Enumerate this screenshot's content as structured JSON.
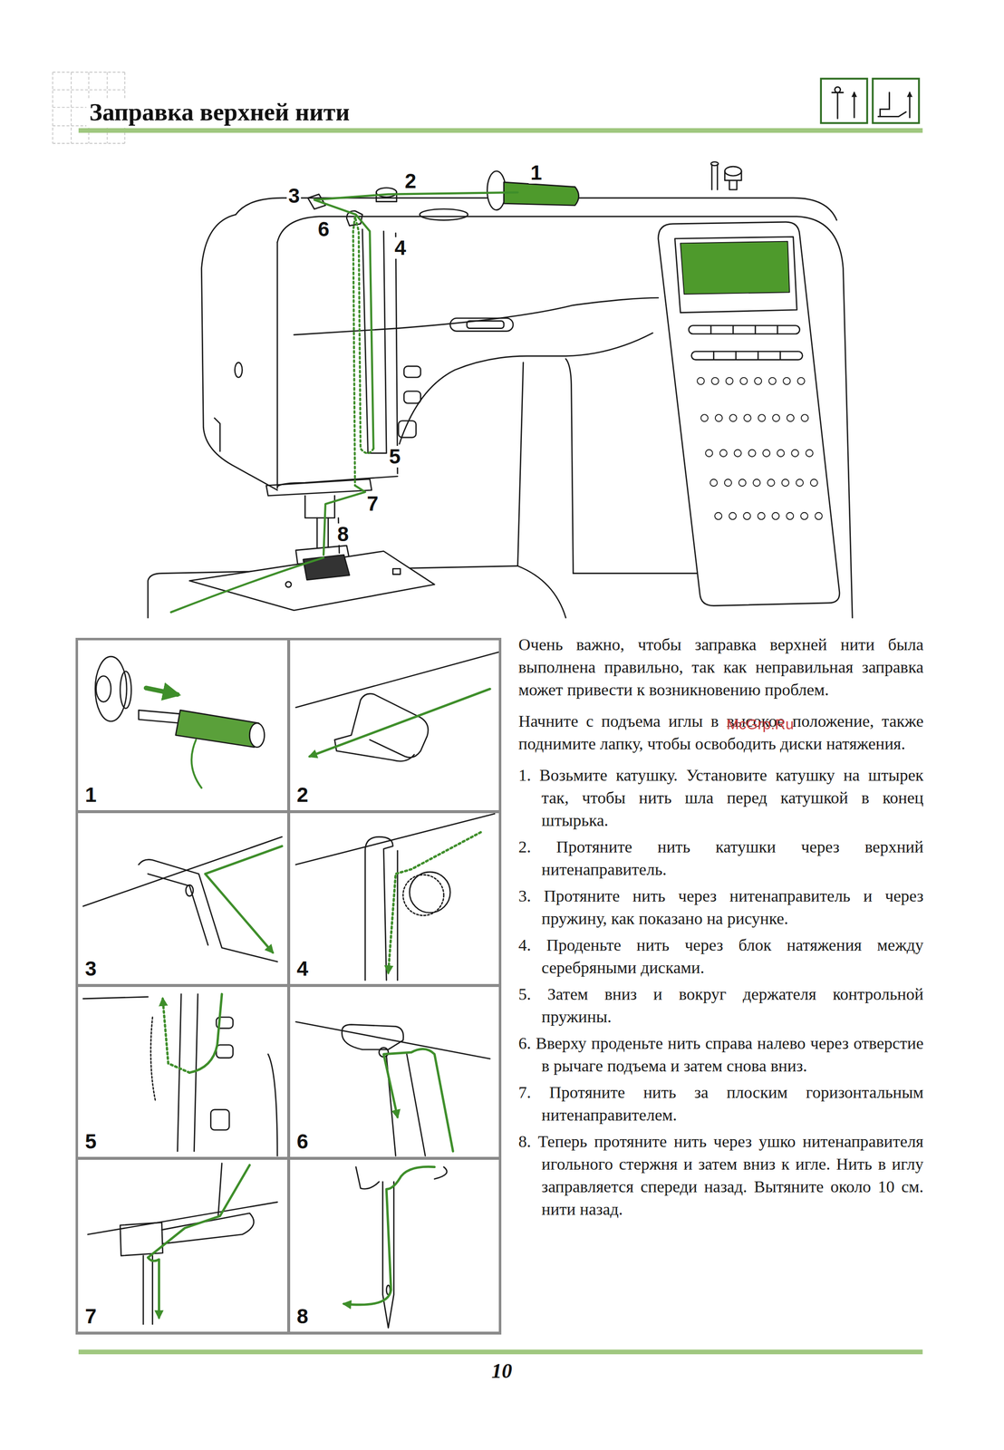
{
  "diagram": {
    "title": "Заправка верхней нити",
    "nodes": [
      {
        "text": [
          "1"
        ]
      },
      {
        "text": [
          "2"
        ]
      },
      {
        "text": [
          "3"
        ]
      },
      {
        "text": [
          "4"
        ]
      },
      {
        "text": [
          "5"
        ]
      },
      {
        "text": [
          "6"
        ]
      },
      {
        "text": [
          "7"
        ]
      },
      {
        "text": [
          "8"
        ]
      }
    ],
    "labels": [
      "1",
      "2",
      "3",
      "6",
      "4",
      "5",
      "7",
      "8",
      "Очень важно, чтобы заправка верхней нити была выполнена правильно, так как неправильная заправка может привести к возникновению проблем.",
      "Начните с подъема иглы в высокое положение, также поднимите лапку, чтобы освободить диски натяжения.",
      "1. Возьмите катушку. Установите катушку на штырек так, чтобы нить шла перед катушкой в конец штырька.",
      "2. Протяните нить катушки через верхний нитенаправитель.",
      "3. Протяните нить через нитенаправитель и через пружину, как показано на рисунке.",
      "4. Проденьте нить через блок натяжения между серебряными дисками.",
      "5. Затем вниз и вокруг держателя контрольной пружины.",
      "6. Вверху проденьте нить справа налево через отверстие в рычаге подъема и затем снова вниз.",
      "7. Протяните нить за плоским горизонтальным нитенаправителем.",
      "8. Теперь протяните нить через ушко нитенаправителя игольного стержня и затем вниз к игле. Нить в иглу заправляется спереди назад. Вытяните около 10 см. нити назад.",
      "McGrp.Ru",
      "10"
    ]
  }
}
